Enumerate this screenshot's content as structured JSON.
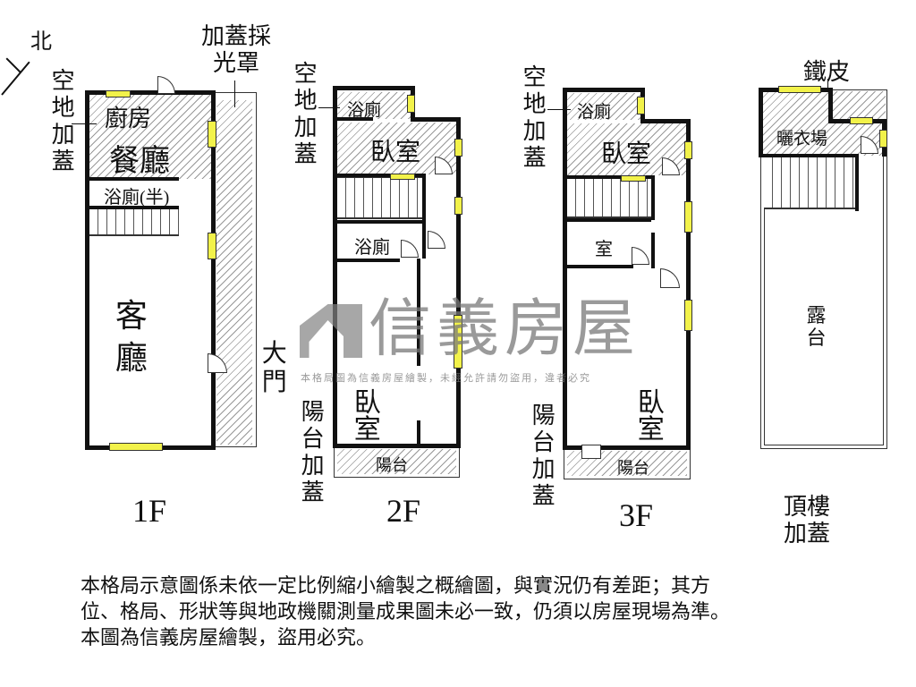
{
  "compass": {
    "north": "北"
  },
  "watermark": {
    "brand": "信義房屋",
    "notice": "本格局圖為信義房屋繪製，未經允許請勿盜用，違者必究"
  },
  "floor_1f": {
    "label": "1F",
    "annex": "空地加蓋",
    "skylight": "加蓋採光罩",
    "kitchen": "廚房",
    "dining": "餐廳",
    "half_bath": "浴廁(半)",
    "living": "客廳",
    "main_door": "大門"
  },
  "floor_2f": {
    "label": "2F",
    "annex": "空地加蓋",
    "bath1": "浴廁",
    "bedroom1": "臥室",
    "bath2": "浴廁",
    "bedroom2": "臥室",
    "balcony_annex": "陽台加蓋",
    "balcony": "陽台"
  },
  "floor_3f": {
    "label": "3F",
    "annex": "空地加蓋",
    "bath": "浴廁",
    "bedroom1": "臥室",
    "room": "室",
    "bedroom2": "臥室",
    "balcony_annex": "陽台加蓋",
    "balcony": "陽台"
  },
  "roof": {
    "label": "頂樓加蓋",
    "iron_sheet": "鐵皮",
    "laundry": "曬衣場",
    "terrace": "露台"
  },
  "disclaimer": [
    "本格局示意圖係未依一定比例縮小繪製之概繪圖，與實況仍有差距；其方",
    "位、格局、形狀等與地政機關測量成果圖未必一致，仍須以房屋現場為準。",
    "本圖為信義房屋繪製，盜用必究。"
  ]
}
